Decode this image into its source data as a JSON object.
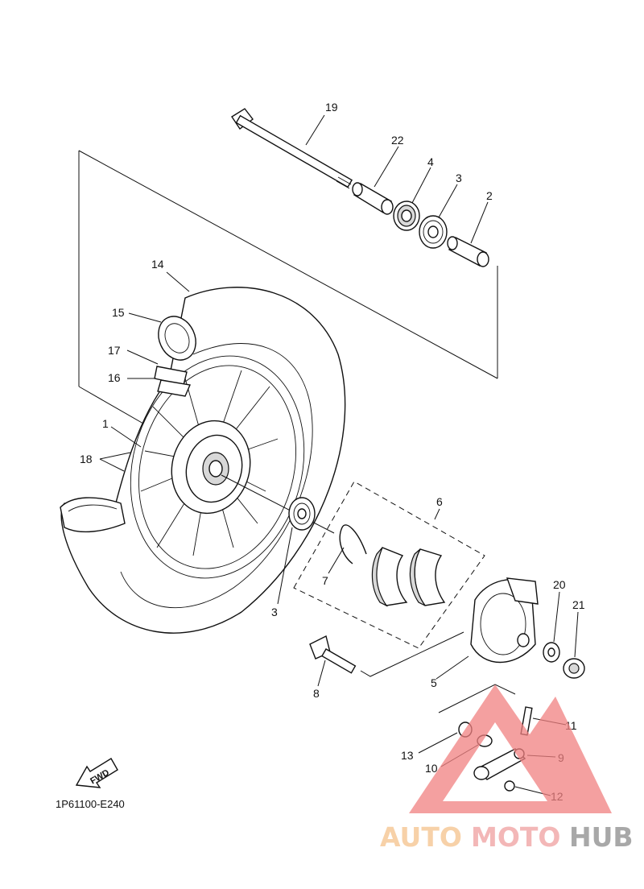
{
  "diagram_code": "1P61100-E240",
  "fwd_label": "FWD",
  "watermark": {
    "part1": "AUTO",
    "part2": "MOTO",
    "part3": "HUB"
  },
  "callouts": {
    "p1": "1",
    "p2": "2",
    "p3a": "3",
    "p3b": "3",
    "p4": "4",
    "p5": "5",
    "p6": "6",
    "p7": "7",
    "p8": "8",
    "p9": "9",
    "p10": "10",
    "p11": "11",
    "p12": "12",
    "p13": "13",
    "p14": "14",
    "p15": "15",
    "p16": "16",
    "p17": "17",
    "p18": "18",
    "p19": "19",
    "p20": "20",
    "p21": "21",
    "p22": "22"
  },
  "colors": {
    "watermark_triangle": "#f08080",
    "watermark_auto": "#f5c28c",
    "watermark_moto": "#f0a0a0",
    "watermark_hub": "#8c8c8c"
  }
}
